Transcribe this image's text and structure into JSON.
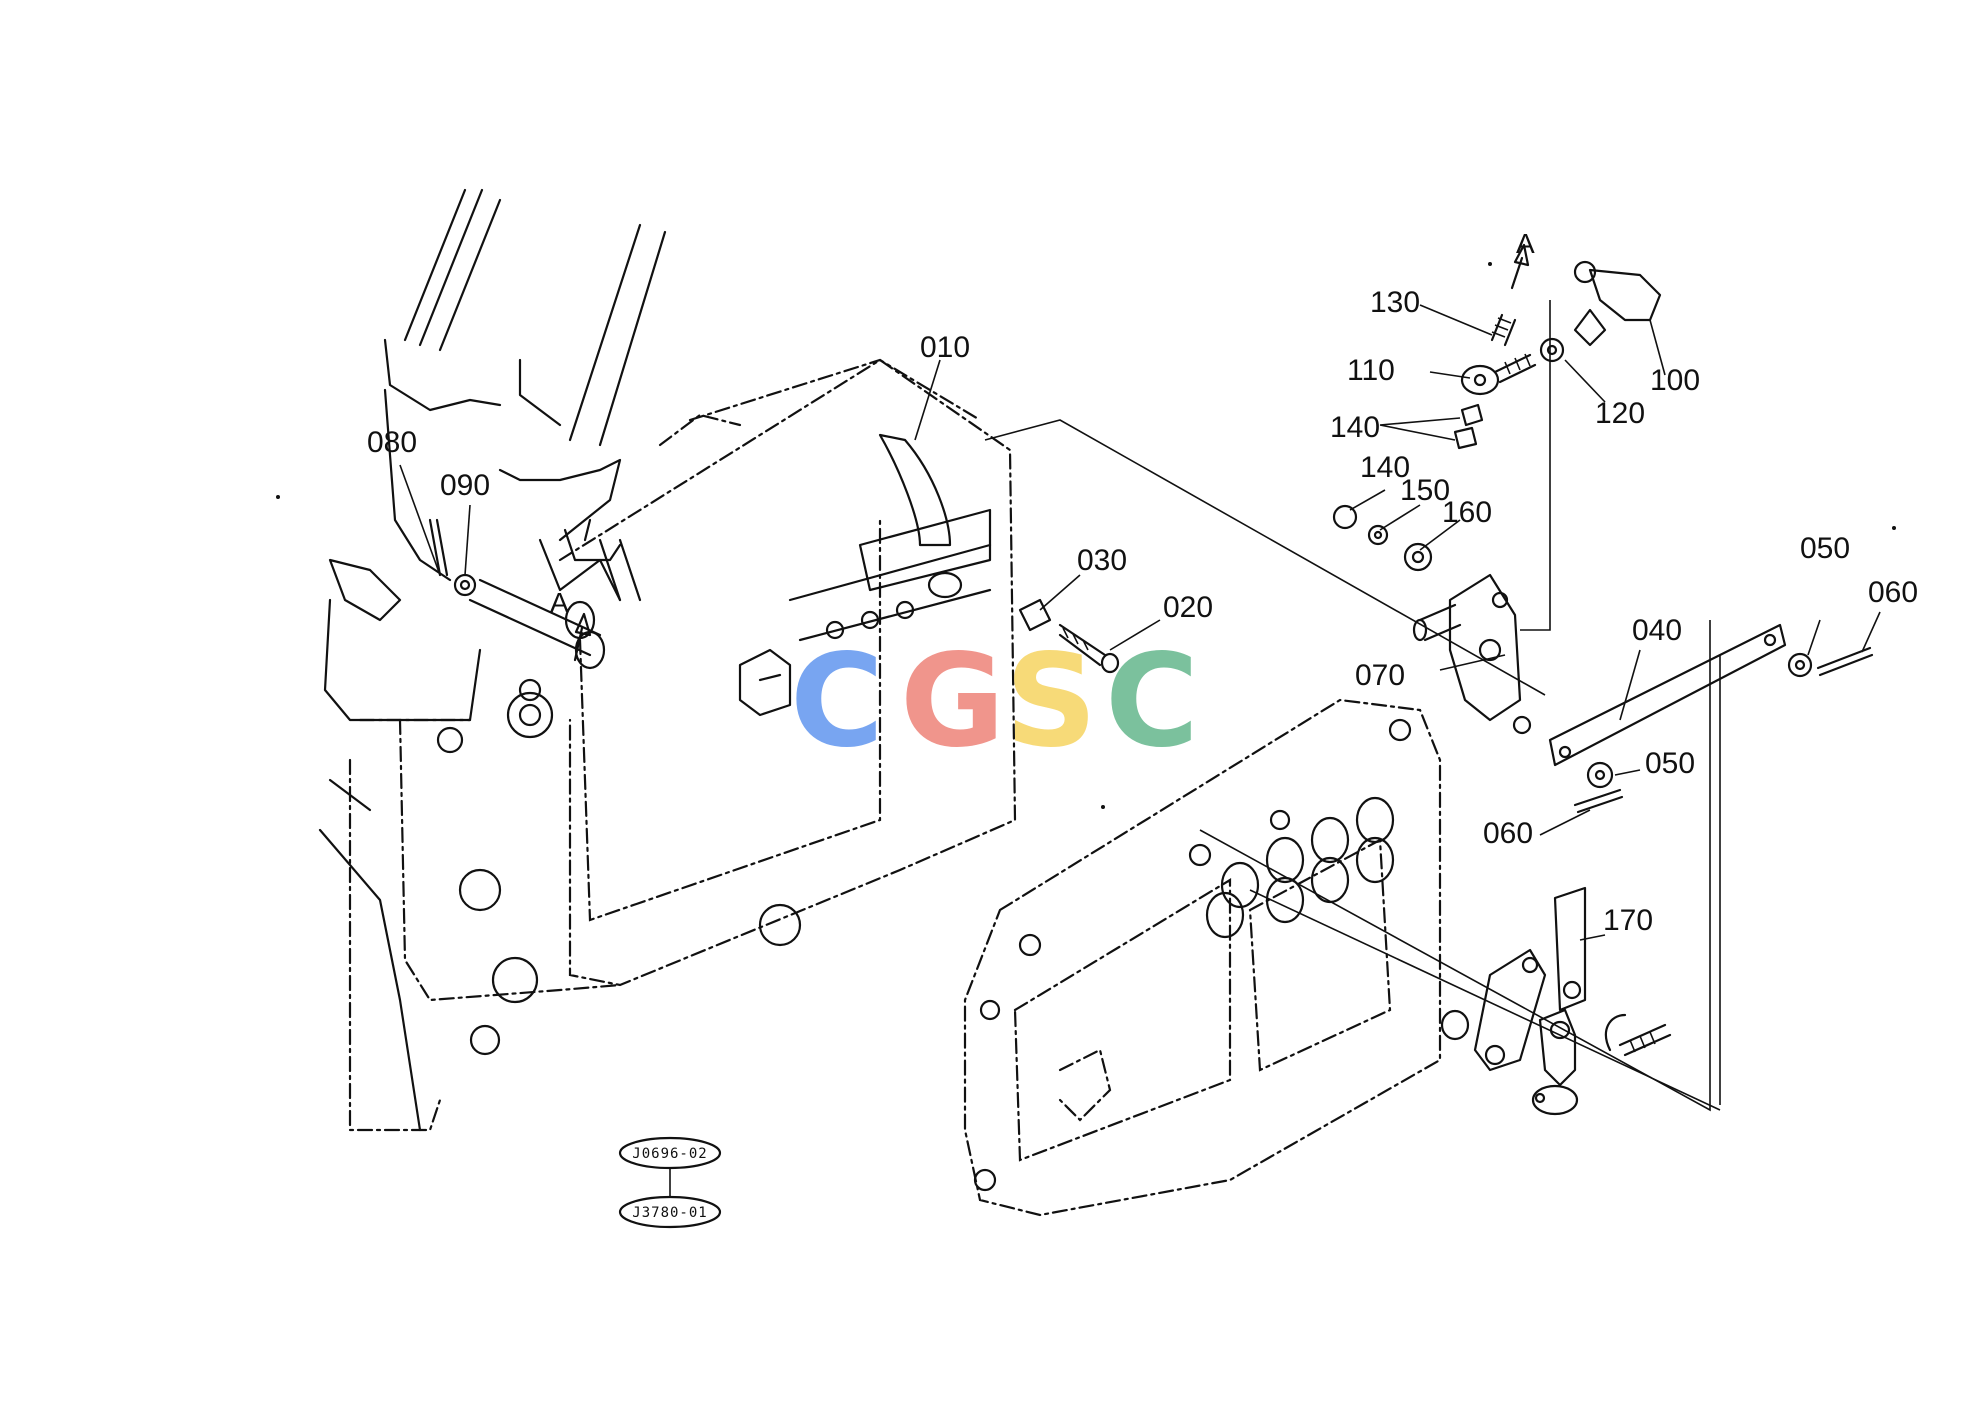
{
  "parts": [
    {
      "id": "010"
    },
    {
      "id": "020"
    },
    {
      "id": "030"
    },
    {
      "id": "040"
    },
    {
      "id": "050"
    },
    {
      "id": "050"
    },
    {
      "id": "060"
    },
    {
      "id": "060"
    },
    {
      "id": "070"
    },
    {
      "id": "080"
    },
    {
      "id": "090"
    },
    {
      "id": "100"
    },
    {
      "id": "110"
    },
    {
      "id": "120"
    },
    {
      "id": "130"
    },
    {
      "id": "140"
    },
    {
      "id": "140"
    },
    {
      "id": "150"
    },
    {
      "id": "160"
    },
    {
      "id": "170"
    }
  ],
  "arrow_marks": [
    "A",
    "A"
  ],
  "references": [
    "J0696-02",
    "J3780-01"
  ],
  "watermark": {
    "letters": [
      "C",
      "G",
      "S",
      "C"
    ],
    "colors": [
      "#6a9cf0",
      "#ef8a80",
      "#f7d66a",
      "#6dbb93"
    ]
  }
}
